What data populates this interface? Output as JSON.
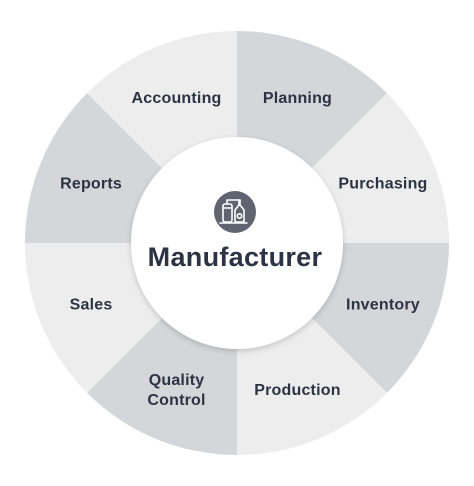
{
  "center": {
    "title": "Manufacturer",
    "icon": "factory-icon",
    "icon_bg_color": "#5f6470"
  },
  "segments": [
    {
      "label_lines": [
        "Planning"
      ],
      "name": "segment-planning",
      "color": "#d5d6da"
    },
    {
      "label_lines": [
        "Purchasing"
      ],
      "name": "segment-purchasing",
      "color": "#ededee"
    },
    {
      "label_lines": [
        "Inventory"
      ],
      "name": "segment-inventory",
      "color": "#d5d6da"
    },
    {
      "label_lines": [
        "Production"
      ],
      "name": "segment-production",
      "color": "#ededee"
    },
    {
      "label_lines": [
        "Quality",
        "Control"
      ],
      "name": "segment-quality-control",
      "color": "#d5d6da"
    },
    {
      "label_lines": [
        "Sales"
      ],
      "name": "segment-sales",
      "color": "#ededee"
    },
    {
      "label_lines": [
        "Reports"
      ],
      "name": "segment-reports",
      "color": "#d5d6da"
    },
    {
      "label_lines": [
        "Accounting"
      ],
      "name": "segment-accounting",
      "color": "#ededee"
    }
  ],
  "colors": {
    "text": "#2b3344",
    "center_fill": "#ffffff",
    "dark_segment": "#d5d6da",
    "light_segment": "#ededee"
  }
}
